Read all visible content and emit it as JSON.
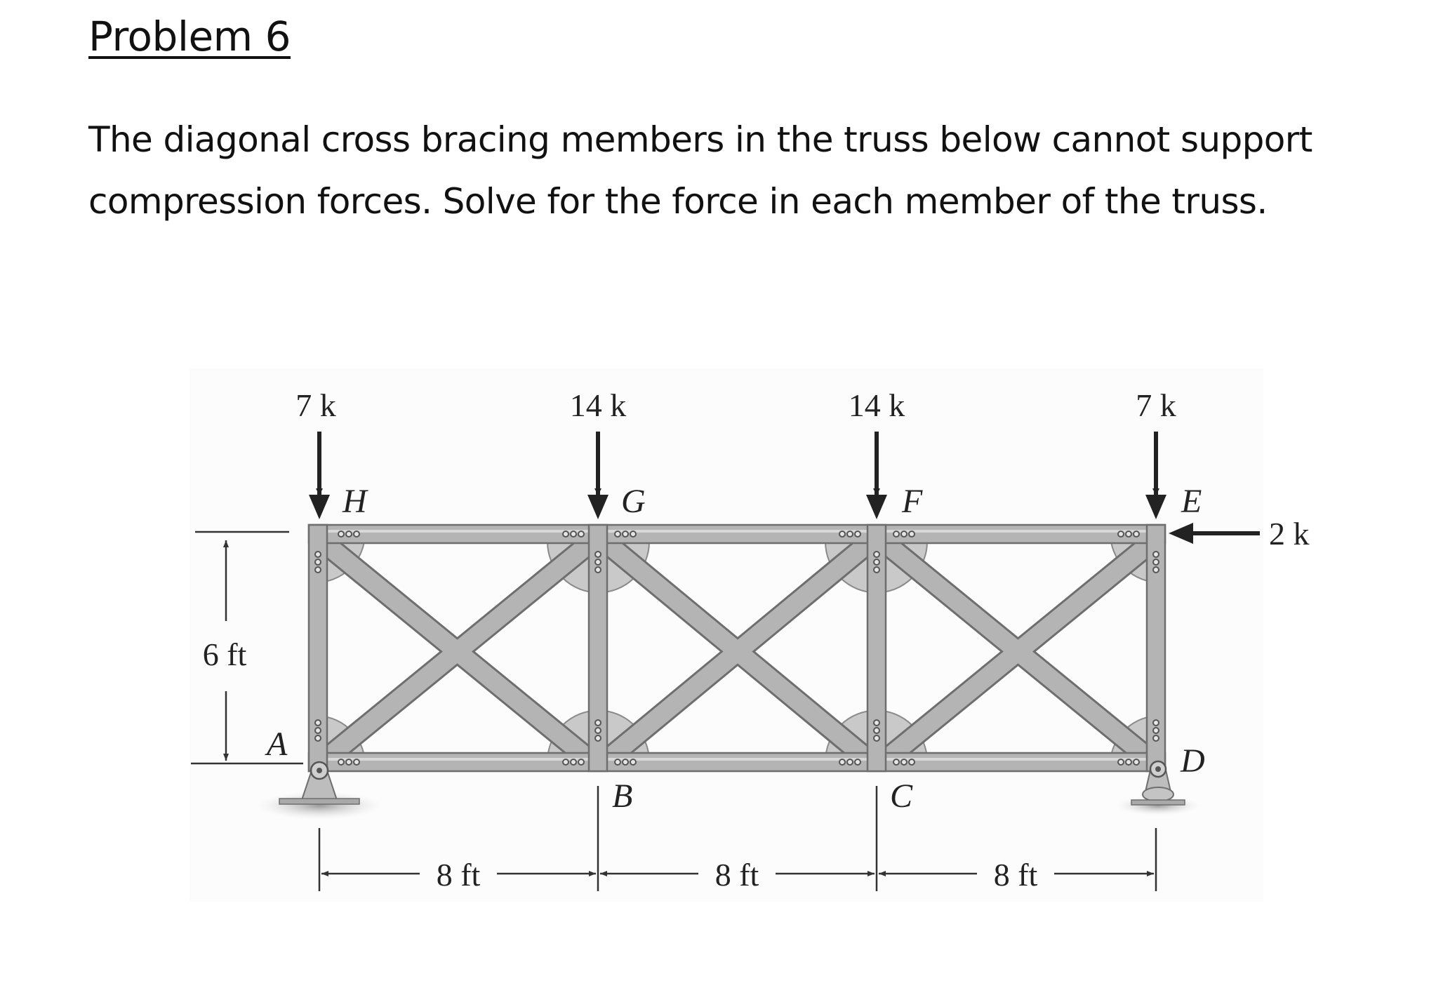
{
  "problem": {
    "title": "Problem 6",
    "statement_line1": "The diagonal cross bracing members in the truss below cannot support",
    "statement_line2": "compression forces.  Solve for the force in each member of the truss."
  },
  "figure": {
    "loads": [
      "7 k",
      "14 k",
      "14 k",
      "7 k"
    ],
    "horizontal_load": "2 k",
    "height_label": "6 ft",
    "span_labels": [
      "8 ft",
      "8 ft",
      "8 ft"
    ],
    "joints": {
      "A": "A",
      "B": "B",
      "C": "C",
      "D": "D",
      "E": "E",
      "F": "F",
      "G": "G",
      "H": "H"
    },
    "colors": {
      "member_fill": "#b4b4b4",
      "member_edge": "#6e6e6e",
      "gusset": "#c9c9c9",
      "ink": "#222222"
    }
  }
}
